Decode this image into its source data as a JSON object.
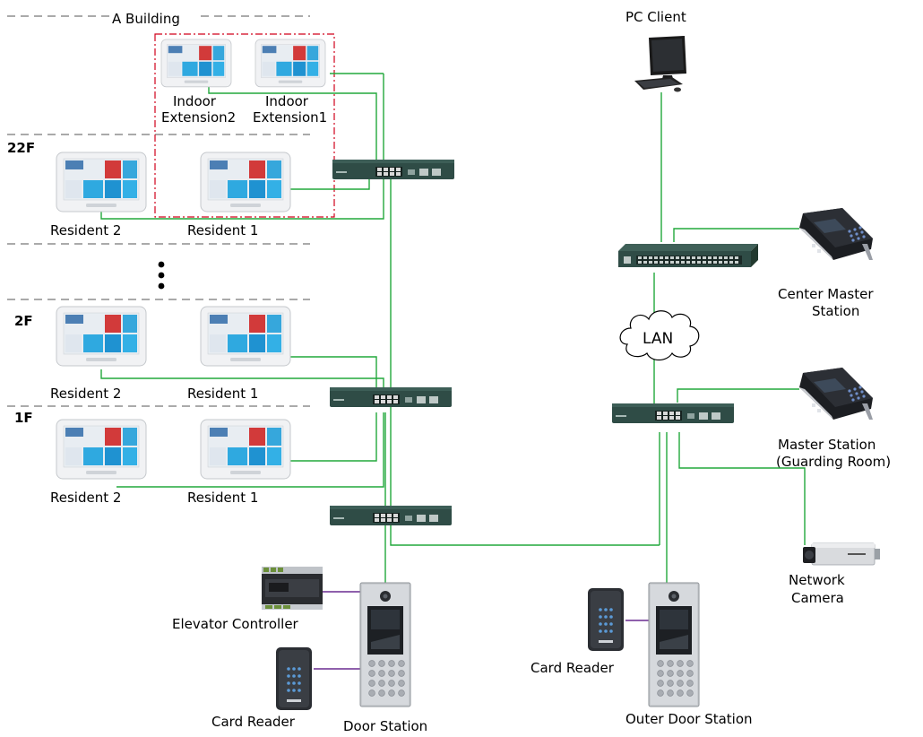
{
  "building": {
    "title": "A Building"
  },
  "floors": {
    "f22": "22F",
    "f2": "2F",
    "f1": "1F"
  },
  "devices": {
    "pc_client": "PC Client",
    "indoor_extension2_line1": "Indoor",
    "indoor_extension2_line2": "Extension2",
    "indoor_extension1_line1": "Indoor",
    "indoor_extension1_line2": "Extension1",
    "resident_1": "Resident 1",
    "resident_2": "Resident 2",
    "center_master_station_line1": "Center Master",
    "center_master_station_line2": "Station",
    "lan": "LAN",
    "master_station_line1": "Master Station",
    "master_station_line2": "(Guarding Room)",
    "network_camera_line1": "Network",
    "network_camera_line2": "Camera",
    "elevator_controller": "Elevator Controller",
    "card_reader": "Card Reader",
    "door_station": "Door Station",
    "outer_door_station": "Outer Door Station"
  },
  "colors": {
    "network_link": "#22a83c",
    "rs485_link": "#6a2c91",
    "dash": "#555555",
    "group_border": "#d0021b",
    "switch_body": "#2f4c46"
  },
  "icons": {
    "indoor_station": "indoor-station-icon",
    "switch": "network-switch-icon",
    "core_switch": "core-switch-icon",
    "pc": "pc-client-icon",
    "master_station": "master-station-icon",
    "door_station": "door-station-icon",
    "card_reader": "card-reader-icon",
    "elevator": "elevator-controller-icon",
    "camera": "network-camera-icon",
    "cloud": "lan-cloud-icon"
  }
}
